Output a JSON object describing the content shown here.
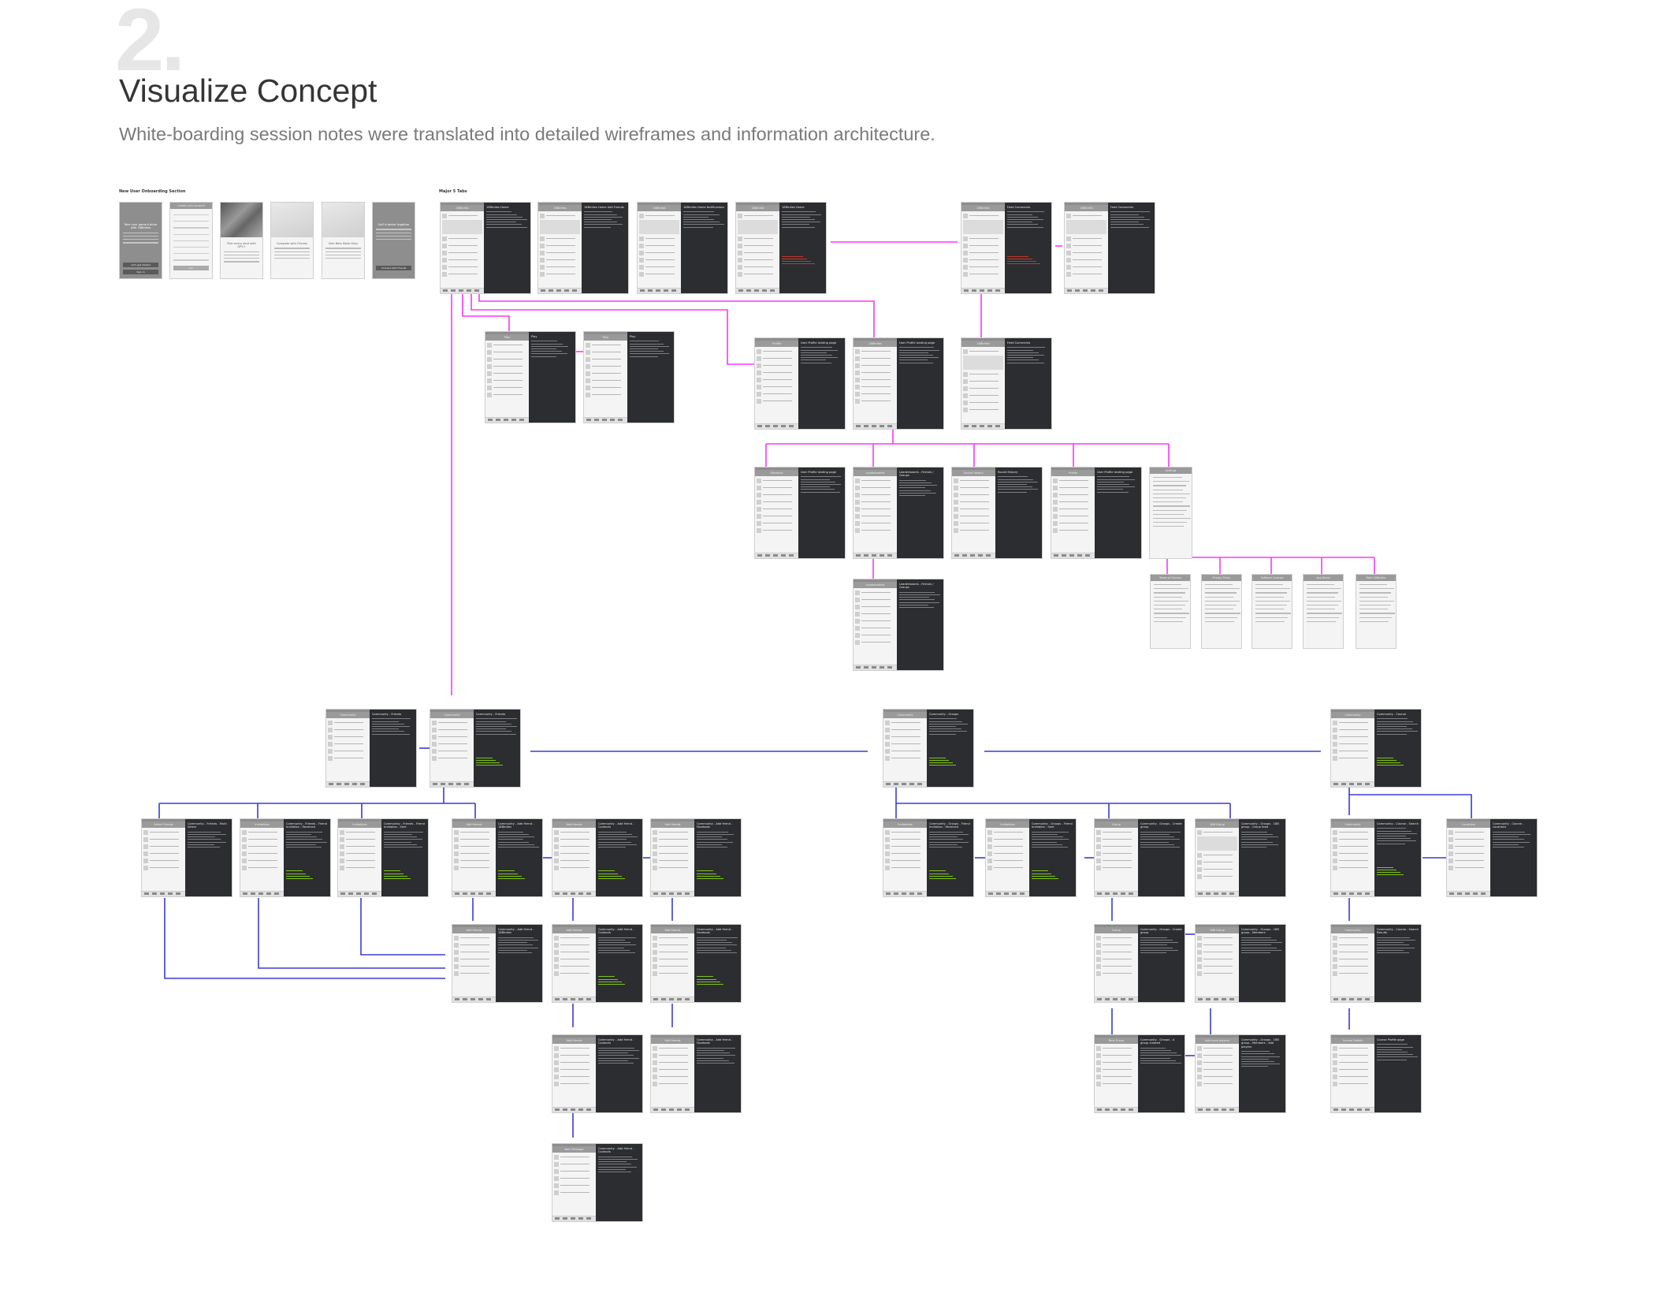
{
  "header": {
    "number": "2.",
    "title": "Visualize Concept",
    "subtitle": "White-boarding session notes were translated into detailed wireframes and information architecture."
  },
  "sections": {
    "onboarding_label": "New User Onboarding Section",
    "tabs_label": "Major 5 Tabs"
  },
  "colors": {
    "flow_top": "#ff33ff",
    "flow_community": "#3b3bd6",
    "notes_bg": "#2b2d30",
    "highlight": "#7fc31c"
  },
  "onboarding": [
    {
      "headline": "Take your game further with 18Birdies",
      "button": "Let's get started",
      "button2": "Sign in"
    },
    {
      "headline": "Create your account",
      "button": "Join"
    },
    {
      "headline": "Plan every shot with GPS+"
    },
    {
      "headline": "Compete with Friends"
    },
    {
      "headline": "Side Bets Made Easy"
    },
    {
      "headline": "Golf is better together",
      "button": "Connect with Friends"
    }
  ],
  "screens": [
    {
      "nav": "18Birdies",
      "title": "18Birdies Home"
    },
    {
      "nav": "18Birdies",
      "title": "18Birdies Home Add Friends"
    },
    {
      "nav": "18Birdies",
      "title": "18Birdies Home Notifications"
    },
    {
      "nav": "18Birdies",
      "title": "18Birdies Home"
    },
    {
      "nav": "18Birdies",
      "title": "Feed Comments"
    },
    {
      "nav": "18Birdies",
      "title": "Feed Comments"
    },
    {
      "nav": "Play",
      "title": "Play"
    },
    {
      "nav": "Play",
      "title": "Play"
    },
    {
      "nav": "Profile",
      "title": "User Profile landing page"
    },
    {
      "nav": "18Birdies",
      "title": "User Profile landing page"
    },
    {
      "nav": "18Birdies",
      "title": "Feed Comments"
    },
    {
      "nav": "Statistics",
      "title": "User Profile landing page"
    },
    {
      "nav": "Leaderboards",
      "title": "Leaderboards - Friends / Groups"
    },
    {
      "nav": "Round History",
      "title": "Round History"
    },
    {
      "nav": "Profile",
      "title": "User Profile landing page"
    },
    {
      "nav": "Leaderboards",
      "title": "Leaderboards - Friends / Groups"
    },
    {
      "nav": "Community",
      "title": "Community - Friends"
    },
    {
      "nav": "Community",
      "title": "Community - Friends"
    },
    {
      "nav": "Community",
      "title": "Community - Groups"
    },
    {
      "nav": "Community",
      "title": "Community - Course"
    },
    {
      "nav": "Select Friends",
      "title": "Community - Friends - Multi Select"
    },
    {
      "nav": "Invitations",
      "title": "Community - Friends - Friend Invitation - Received"
    },
    {
      "nav": "Invitations",
      "title": "Community - Friends - Friend Invitation - Sent"
    },
    {
      "nav": "Add friends",
      "title": "Community - Add friend - 18Birdies"
    },
    {
      "nav": "Add friends",
      "title": "Community - Add friend - Contacts"
    },
    {
      "nav": "Add friends",
      "title": "Community - Add friend - Facebook"
    },
    {
      "nav": "Invitations",
      "title": "Community - Groups - Friend Invitation - Received"
    },
    {
      "nav": "Invitations",
      "title": "Community - Groups - Friend Invitation - Sent"
    },
    {
      "nav": "Group",
      "title": "Community - Groups - Create group"
    },
    {
      "nav": "18B Group",
      "title": "Community - Groups - 18B group - Group feed"
    },
    {
      "nav": "Community",
      "title": "Community - Course - Search"
    },
    {
      "nav": "Locations",
      "title": "Community - Course - Locations"
    },
    {
      "nav": "Add friends",
      "title": "Community - Add friend - 18Birdies"
    },
    {
      "nav": "Add friends",
      "title": "Community - Add friend - Contacts"
    },
    {
      "nav": "Add friends",
      "title": "Community - Add friend - Facebook"
    },
    {
      "nav": "Group",
      "title": "Community - Groups - Create group"
    },
    {
      "nav": "18B Group",
      "title": "Community - Groups - 18B group - Members"
    },
    {
      "nav": "Community",
      "title": "Community - Course - Search Results"
    },
    {
      "nav": "Add friends",
      "title": "Community - Add friend - Contacts"
    },
    {
      "nav": "Add friends",
      "title": "Community - Add friend - Facebook"
    },
    {
      "nav": "New Group",
      "title": "Community - Groups - A group created"
    },
    {
      "nav": "Add more players",
      "title": "Community - Groups - 18B group - Members - Add players"
    },
    {
      "nav": "Course Details",
      "title": "Course Profile page"
    },
    {
      "nav": "New Message",
      "title": "Community - Add friend - Contacts"
    }
  ],
  "settings_screen": {
    "nav": "Settings"
  },
  "sub_pages": [
    {
      "nav": "Terms of Service"
    },
    {
      "nav": "Privacy Policy"
    },
    {
      "nav": "Software License"
    },
    {
      "nav": "App Demo"
    },
    {
      "nav": "Rate 18Birdies"
    }
  ]
}
